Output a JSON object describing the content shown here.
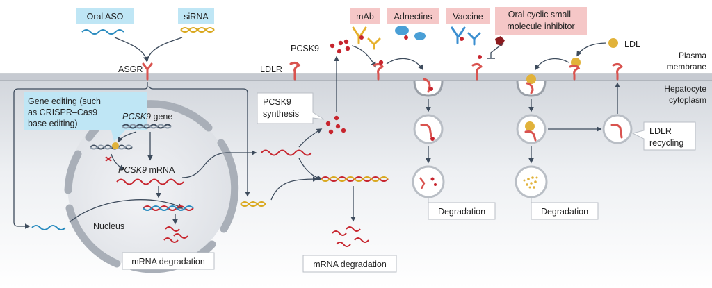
{
  "therapies": {
    "oral_aso": "Oral ASO",
    "sirna": "siRNA",
    "mab": "mAb",
    "adnectins": "Adnectins",
    "vaccine": "Vaccine",
    "oral_inhibitor_line1": "Oral cyclic small-",
    "oral_inhibitor_line2": "molecule inhibitor",
    "gene_editing_line1": "Gene editing (such",
    "gene_editing_line2": "as CRISPR–Cas9",
    "gene_editing_line3": "base editing)"
  },
  "labels": {
    "asgr": "ASGR",
    "ldlr": "LDLR",
    "pcsk9": "PCSK9",
    "ldl": "LDL",
    "pcsk9_gene_italic": "PCSK9",
    "gene_suffix": " gene",
    "pcsk9_mrna_italic": "PCSK9",
    "mrna_suffix": " mRNA",
    "nucleus": "Nucleus",
    "synthesis_line1": "PCSK9",
    "synthesis_line2": "synthesis",
    "mrna_degradation_nucleus": "mRNA degradation",
    "mrna_degradation_cytoplasm": "mRNA degradation",
    "degradation_1": "Degradation",
    "degradation_2": "Degradation",
    "ldlr_recycling_line1": "LDLR",
    "ldlr_recycling_line2": "recycling"
  },
  "compartments": {
    "plasma_membrane_line1": "Plasma",
    "plasma_membrane_line2": "membrane",
    "hepatocyte_line1": "Hepatocyte",
    "hepatocyte_line2": "cytoplasm"
  },
  "colors": {
    "cyan_box": "#bfe6f5",
    "pink_box": "#f5c7c7",
    "membrane": "#c9cdd3",
    "cytoplasm_top": "#d4d8de",
    "nucleus": "#e6e8ec",
    "envelope": "#a9afb8",
    "pcsk9": "#c7252e",
    "ldlr": "#d9534f",
    "ldl": "#e1b23a",
    "aso": "#2a8bbf",
    "sirna": "#d9a81e",
    "antibody_yellow": "#e6b12e",
    "antibody_blue": "#3b8fd0",
    "arrow": "#3d4b5c"
  }
}
